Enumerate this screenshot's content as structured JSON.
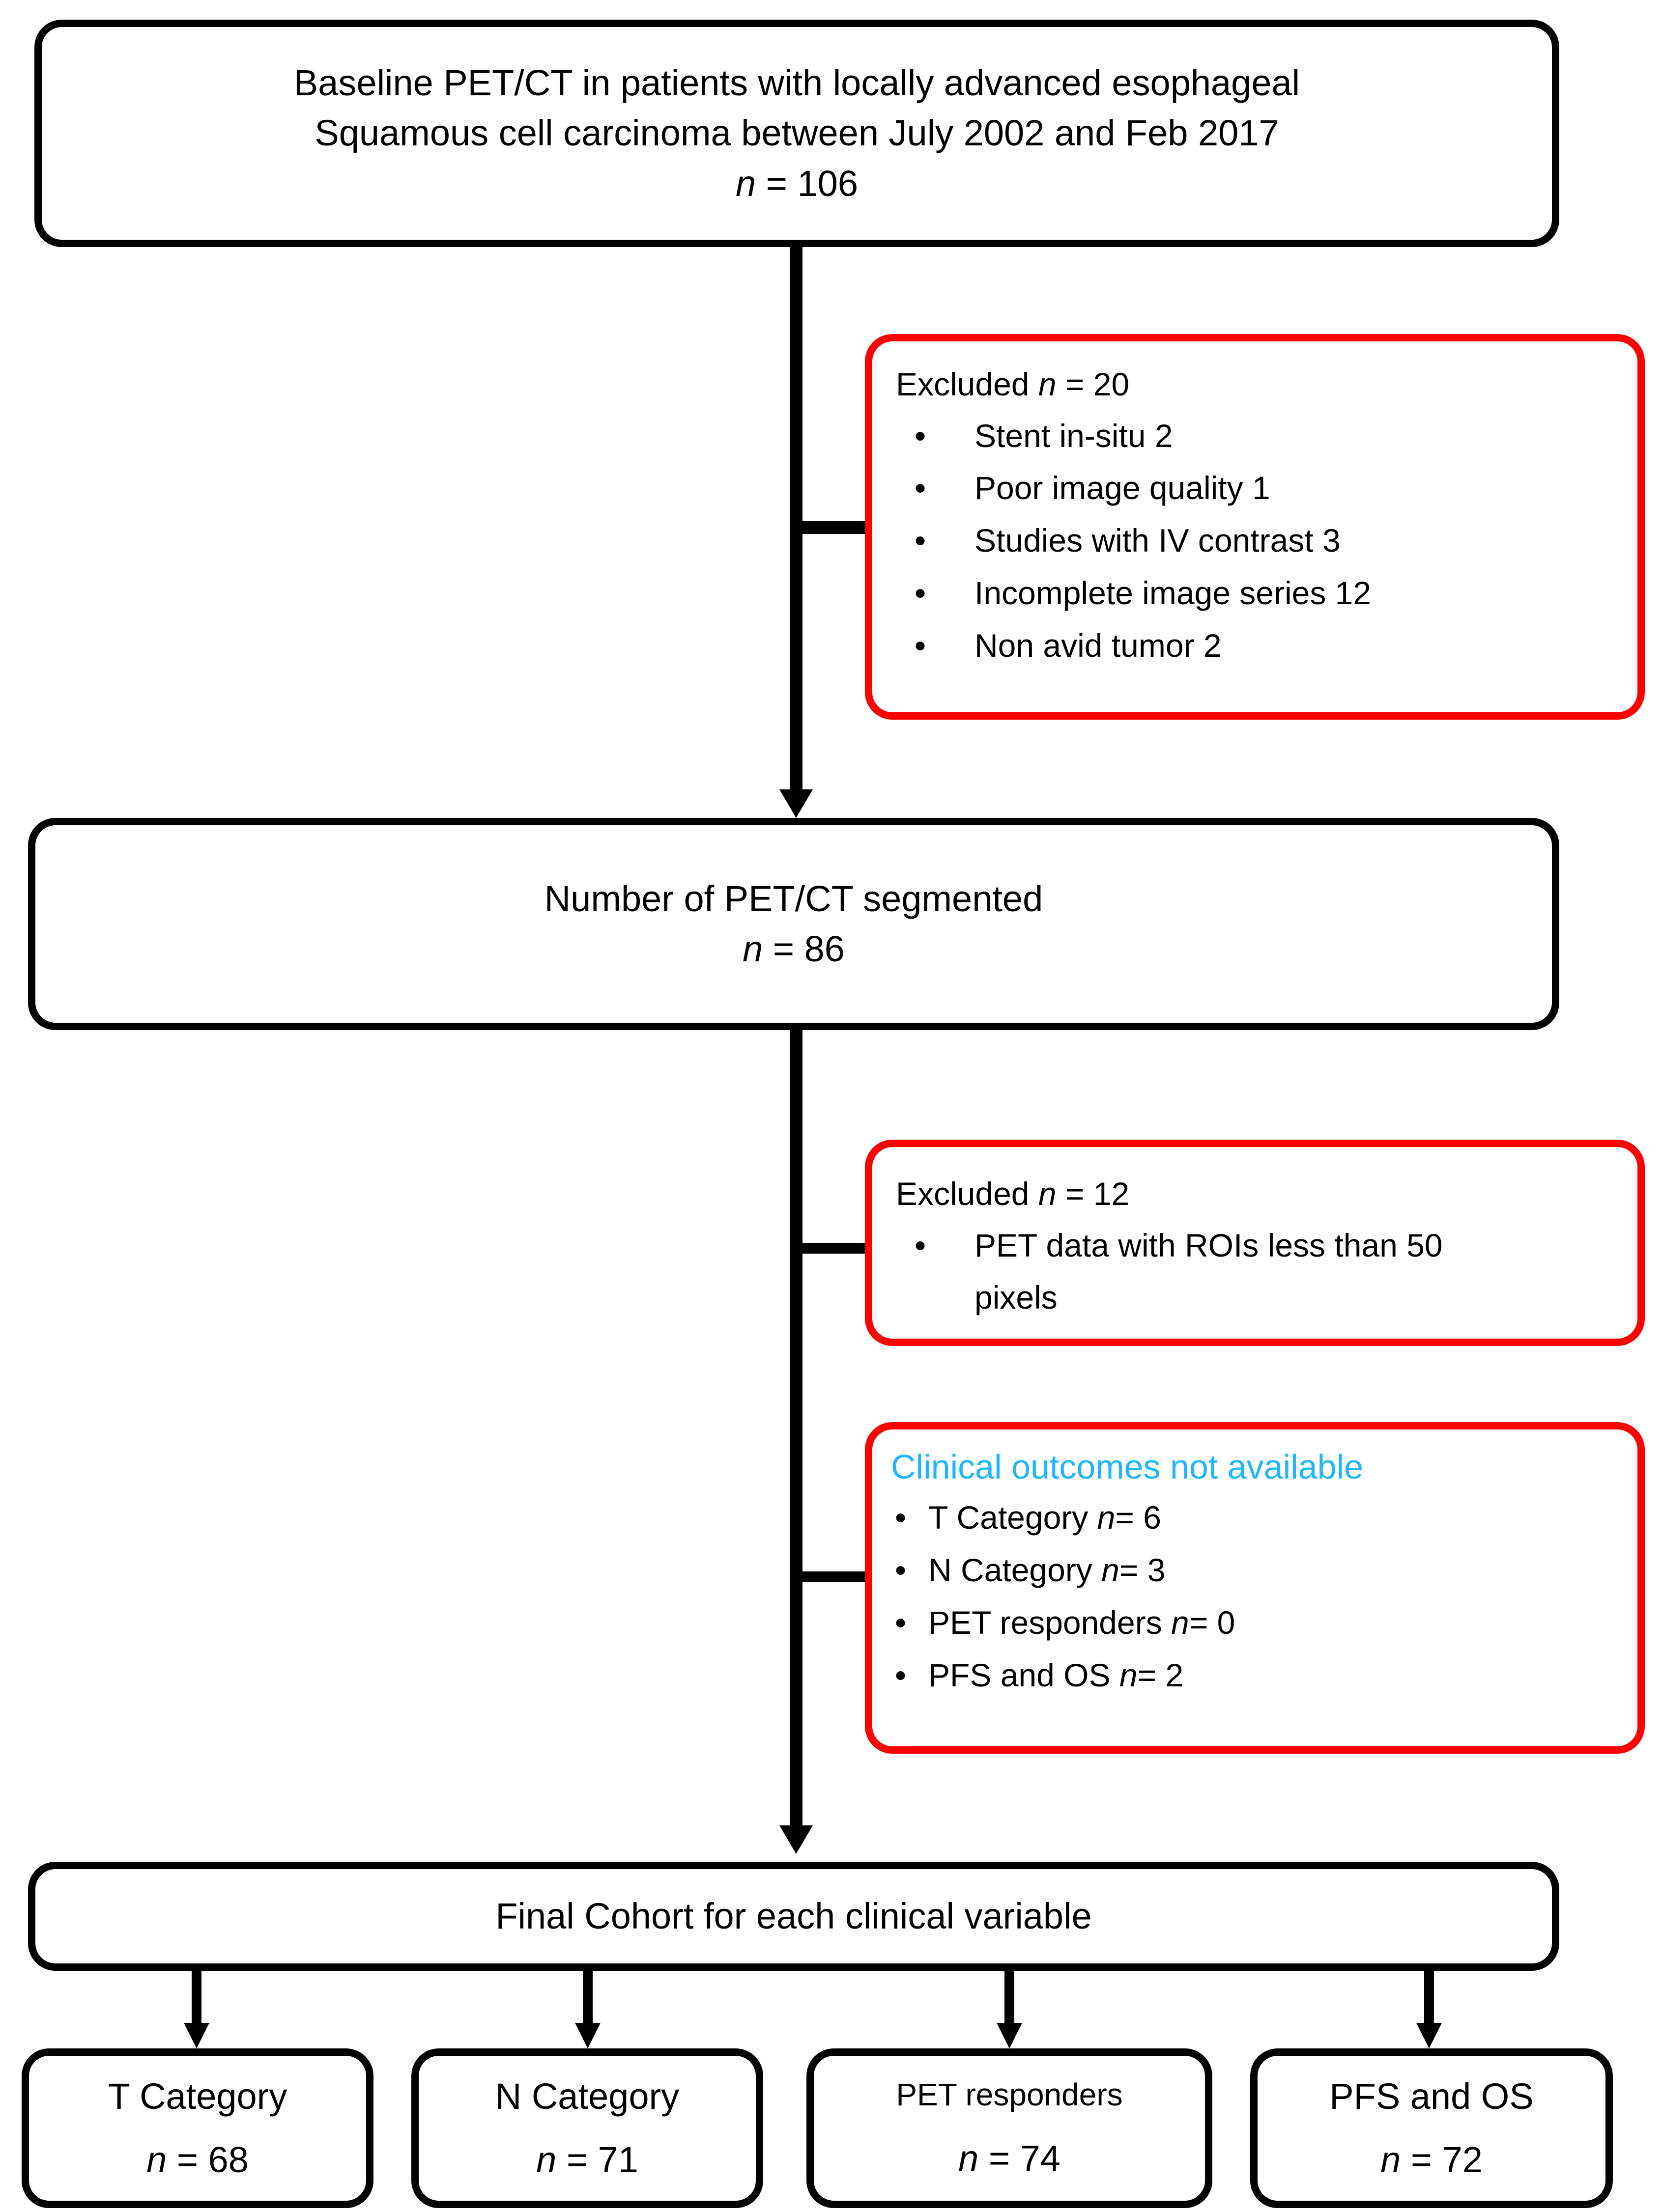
{
  "flowchart": {
    "title": "CONSORT-style patient selection flow diagram",
    "colors": {
      "box_border": "#000000",
      "exclusion_border": "#ff0000",
      "highlight_text": "#1fb6ff",
      "background": "#ffffff"
    },
    "top_box": {
      "line1": "Baseline PET/CT in patients with locally advanced esophageal",
      "line2": "Squamous cell carcinoma between July 2002 and Feb 2017",
      "n_label": "n",
      "n_value": "= 106"
    },
    "exclusion_1": {
      "heading_prefix": "Excluded ",
      "heading_n": "n",
      "heading_value": " = 20",
      "items": [
        "Stent in-situ 2",
        "Poor image quality 1",
        "Studies with IV contrast 3",
        "Incomplete image series 12",
        "Non avid tumor 2"
      ]
    },
    "segmented_box": {
      "line1": "Number of PET/CT segmented",
      "n_label": "n",
      "n_value": "= 86"
    },
    "exclusion_2": {
      "heading_prefix": "Excluded ",
      "heading_n": "n",
      "heading_value": " = 12",
      "items": [
        "PET data with ROIs less than 50"
      ],
      "continuation": "pixels"
    },
    "exclusion_3": {
      "heading": "Clinical outcomes not available",
      "items": [
        {
          "text_before": "T Category ",
          "n": "n",
          "text_after": "= 6"
        },
        {
          "text_before": "N Category ",
          "n": "n",
          "text_after": "= 3"
        },
        {
          "text_before": "PET responders ",
          "n": "n",
          "text_after": "= 0"
        },
        {
          "text_before": "PFS and OS ",
          "n": "n",
          "text_after": "= 2"
        }
      ]
    },
    "final_cohort": {
      "label": "Final Cohort for each clinical variable"
    },
    "terminal_boxes": [
      {
        "label": "T Category",
        "n_label": "n",
        "n_value": "= 68"
      },
      {
        "label": "N Category",
        "n_label": "n",
        "n_value": "= 71"
      },
      {
        "label": "PET responders",
        "n_label": "n",
        "n_value": "= 74"
      },
      {
        "label": "PFS and OS",
        "n_label": "n",
        "n_value": "= 72"
      }
    ],
    "bullet_glyph": "•"
  }
}
